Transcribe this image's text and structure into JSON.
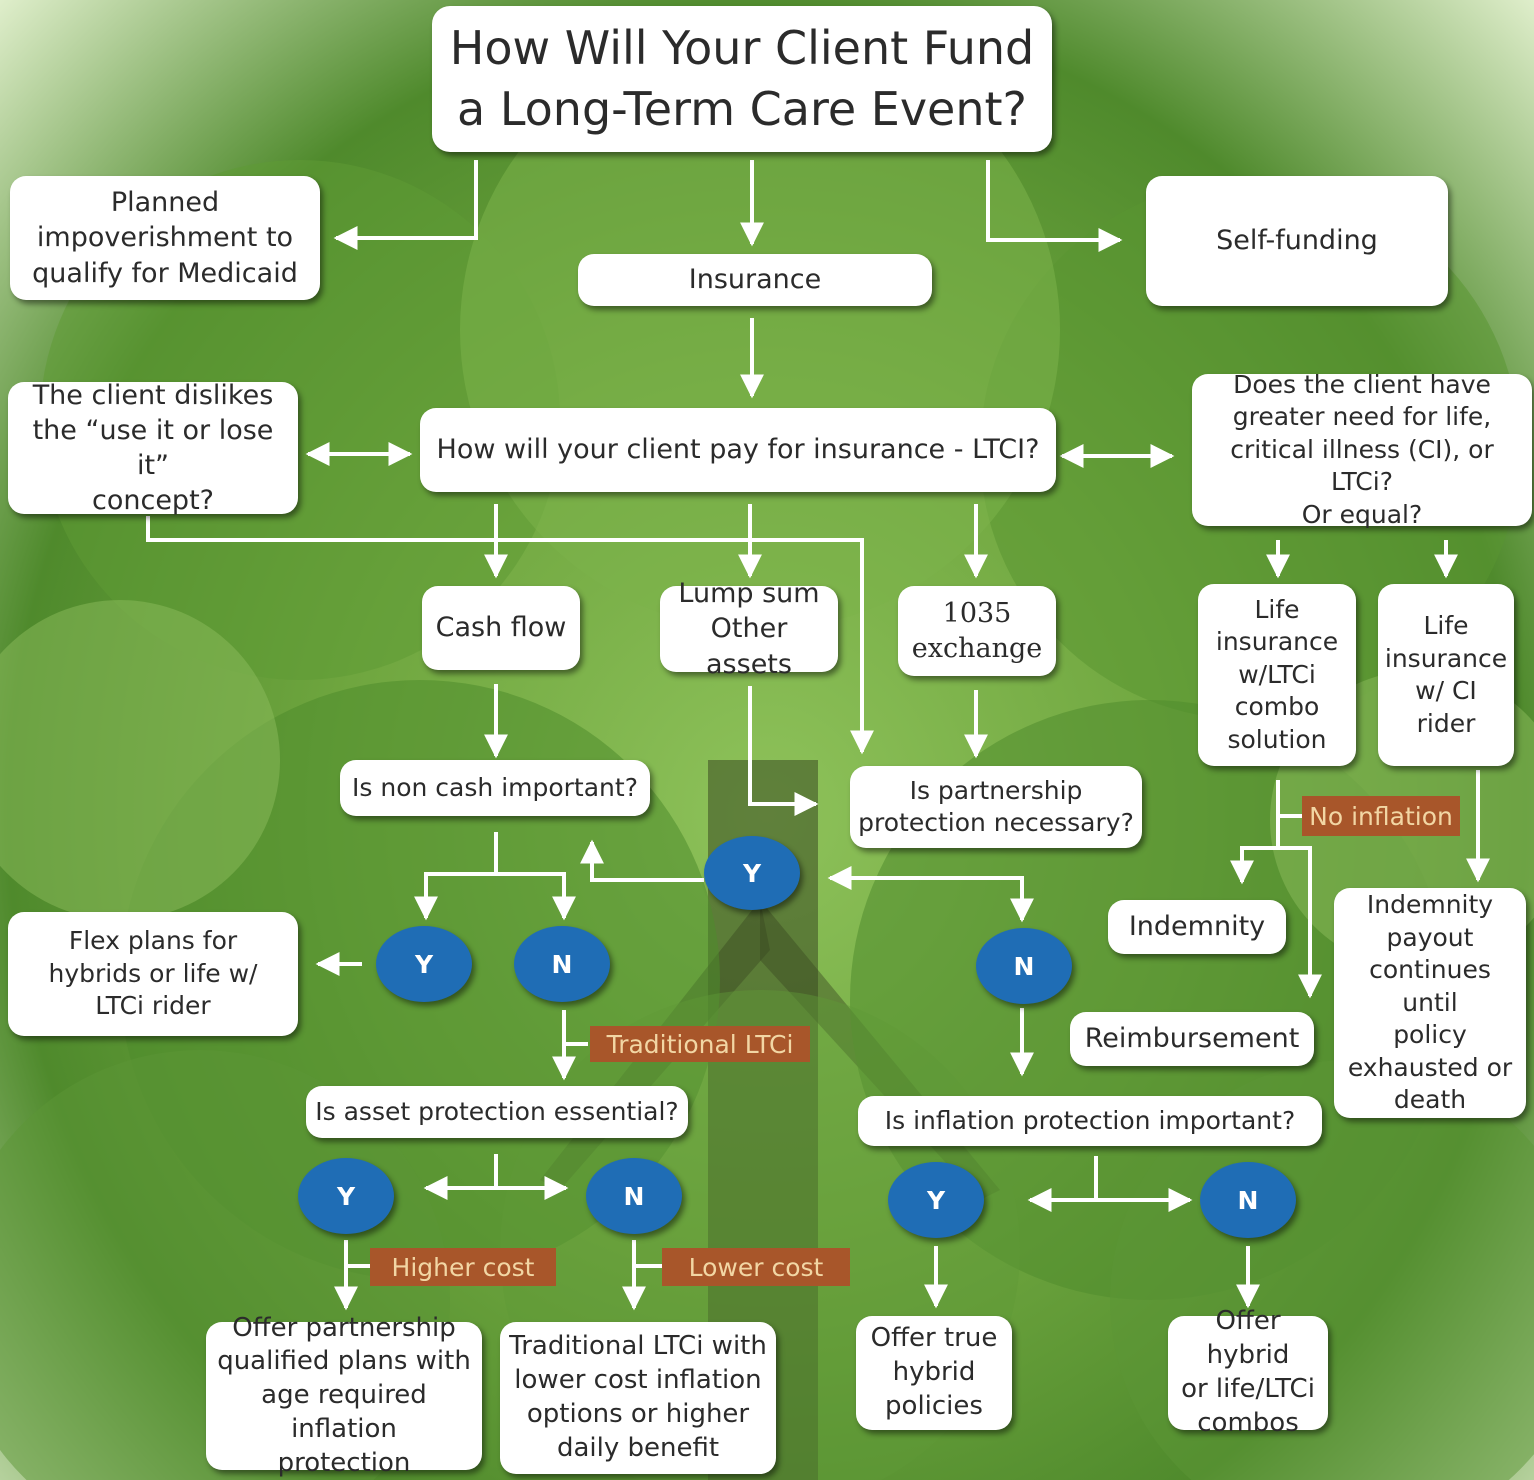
{
  "title": "How Will Your Client Fund\na Long-Term Care Event?",
  "funding": {
    "medicaid": "Planned\nimpoverishment to\nqualify for Medicaid",
    "insurance": "Insurance",
    "self": "Self-funding"
  },
  "pay": {
    "question": "How will your client pay for insurance - LTCI?",
    "dislikes": "The client dislikes\nthe “use it or lose it”\nconcept?",
    "greater_need": "Does the client have\ngreater need for life,\ncritical illness (CI), or LTCi?\nOr equal?"
  },
  "sources": {
    "cash_flow": "Cash flow",
    "lump_sum": "Lump sum\nOther assets",
    "exchange": "1035\nexchange"
  },
  "life": {
    "combo": "Life\ninsurance\nw/LTCi\ncombo\nsolution",
    "ci_rider": "Life\ninsurance\nw/ CI\nrider"
  },
  "questions": {
    "non_cash": "Is non cash important?",
    "partnership": "Is partnership\nprotection necessary?",
    "asset": "Is asset protection essential?",
    "inflation": "Is inflation protection important?"
  },
  "yes": "Y",
  "no": "N",
  "tags": {
    "no_inflation": "No inflation",
    "traditional": "Traditional LTCi",
    "higher_cost": "Higher cost",
    "lower_cost": "Lower cost"
  },
  "outcomes": {
    "flex": "Flex plans for\nhybrids or life w/\nLTCi rider",
    "indemnity": "Indemnity",
    "reimbursement": "Reimbursement",
    "indemnity_payout": "Indemnity\npayout\ncontinues until\npolicy\nexhausted or\ndeath",
    "partnership_plans": "Offer partnership\nqualified plans with\nage required inflation\nprotection",
    "traditional_lower": "Traditional LTCi with\nlower cost inflation\noptions or higher\ndaily benefit",
    "true_hybrid": "Offer true\nhybrid\npolicies",
    "hybrid_combos": "Offer hybrid\nor life/LTCi\ncombos"
  },
  "colors": {
    "oval": "#1f6db5",
    "tag_bg": "#a8562a",
    "tag_text": "#f2d6a4",
    "line": "#ffffff"
  }
}
